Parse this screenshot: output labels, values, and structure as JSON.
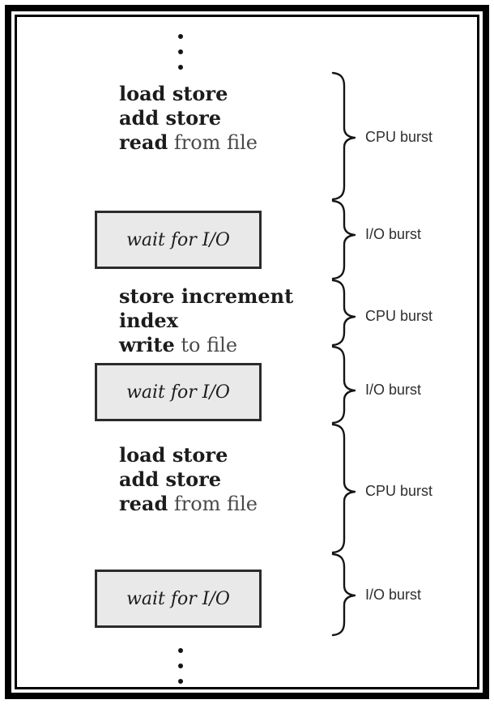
{
  "diagram": {
    "description": "Alternating sequence of CPU and I/O bursts",
    "icons": {
      "ellipsis_top": "vertical-ellipsis",
      "ellipsis_bottom": "vertical-ellipsis"
    },
    "code_blocks": [
      {
        "lines": [
          {
            "em": "load store",
            "plain": ""
          },
          {
            "em": "add store",
            "plain": ""
          },
          {
            "em": "read",
            "plain": " from file"
          }
        ]
      },
      {
        "lines": [
          {
            "em": "store increment",
            "plain": ""
          },
          {
            "em": "index",
            "plain": ""
          },
          {
            "em": "write",
            "plain": " to file"
          }
        ]
      },
      {
        "lines": [
          {
            "em": "load store",
            "plain": ""
          },
          {
            "em": "add store",
            "plain": ""
          },
          {
            "em": "read",
            "plain": " from file"
          }
        ]
      }
    ],
    "wait_boxes": [
      "wait for I/O",
      "wait for I/O",
      "wait for I/O"
    ],
    "burst_labels": [
      "CPU burst",
      "I/O burst",
      "CPU burst",
      "I/O burst",
      "CPU burst",
      "I/O burst"
    ],
    "colors": {
      "frame": "#000000",
      "background": "#ffffff",
      "box_fill": "#e9e9e9",
      "box_border": "#2b2b2b",
      "code_bold": "#1c1c1c",
      "code_plain": "#4a4a4a",
      "burst_label": "#2e2e2e",
      "brace": "#151515"
    }
  }
}
